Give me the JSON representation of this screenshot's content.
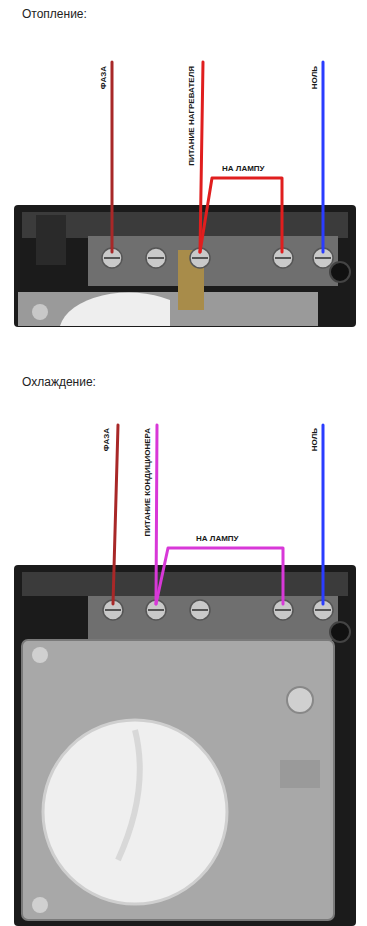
{
  "diagram": {
    "labels": [
      "Отопление:",
      "ФАЗА",
      "ПИТАНИЕ НАГРЕВАТЕЛЯ",
      "НА ЛАМПУ",
      "НОЛЬ",
      "Охлаждение:",
      "ФАЗА",
      "ПИТАНИЕ КОНДИЦИОНЕРА",
      "НА ЛАМПУ",
      "НОЛЬ"
    ]
  }
}
